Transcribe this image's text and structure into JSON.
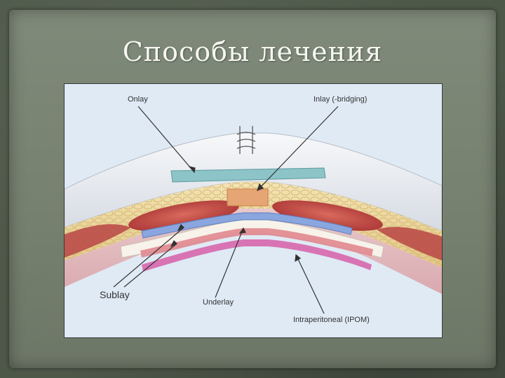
{
  "slide": {
    "title": "Способы лечения"
  },
  "diagram": {
    "labels": {
      "onlay": "Onlay",
      "inlay": "Inlay (-bridging)",
      "sublay": "Sublay",
      "underlay": "Underlay",
      "ipom": "Intraperitoneal (IPOM)"
    },
    "colors": {
      "background": "#dfeaf5",
      "skin": "#e9ecf0",
      "fat": "#ecd79e",
      "muscle": "#c54545",
      "onlay_mesh": "#8cc4c8",
      "inlay_mesh": "#e6a574",
      "sublay_mesh": "#8aa6de",
      "underlay_mesh": "#e0888f",
      "ipom_mesh": "#d874b4",
      "peritoneum": "#f1e6c8"
    }
  }
}
